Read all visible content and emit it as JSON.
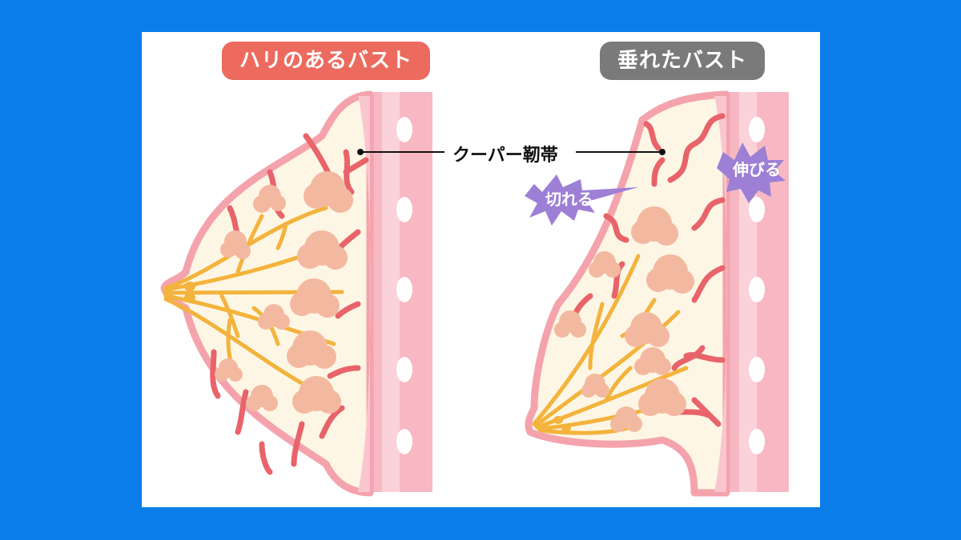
{
  "left_title": "ハリのあるバスト",
  "right_title": "垂れたバスト",
  "ligament_label": "クーパー靭帯",
  "cut_label": "切れる",
  "stretch_label": "伸びる",
  "colors": {
    "background": "#0a7de8",
    "left_pill": "#ec6a5e",
    "right_pill": "#7a7a7a",
    "skin_outline": "#f4a3ad",
    "breast_fill": "#fdf6e4",
    "ligament": "#e8636a",
    "duct": "#f3b33c",
    "lobule": "#f3b9a0",
    "chest_wall": "#f7b8c3",
    "burst": "#9d7fd6"
  }
}
